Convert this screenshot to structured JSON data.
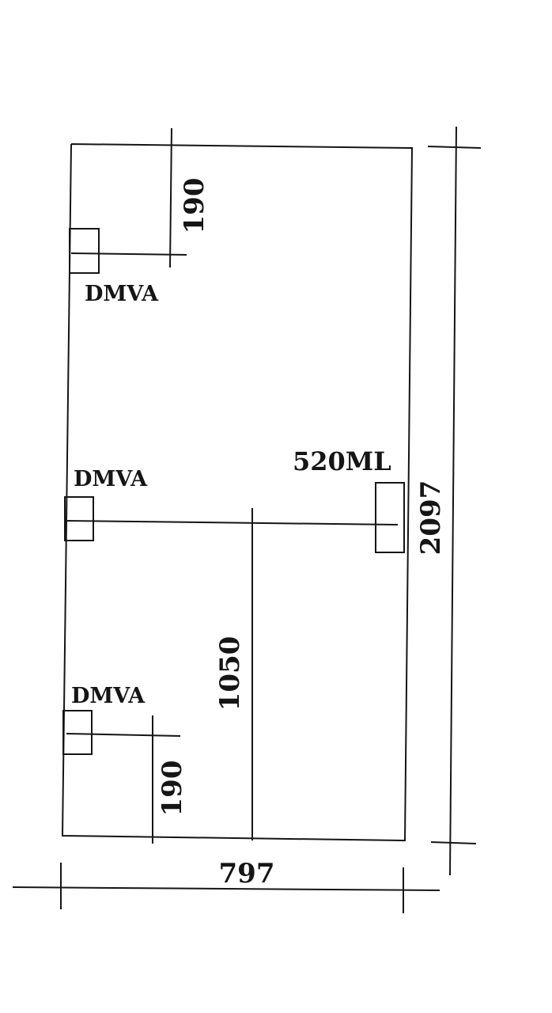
{
  "drawing": {
    "dimensions": {
      "width": "797",
      "height": "2097",
      "center_offset": "1050",
      "top_offset": "190",
      "bottom_offset": "190"
    },
    "labels": {
      "top_device": "DMVA",
      "middle_device": "DMVA",
      "bottom_device": "DMVA",
      "right_device": "520ML"
    }
  }
}
